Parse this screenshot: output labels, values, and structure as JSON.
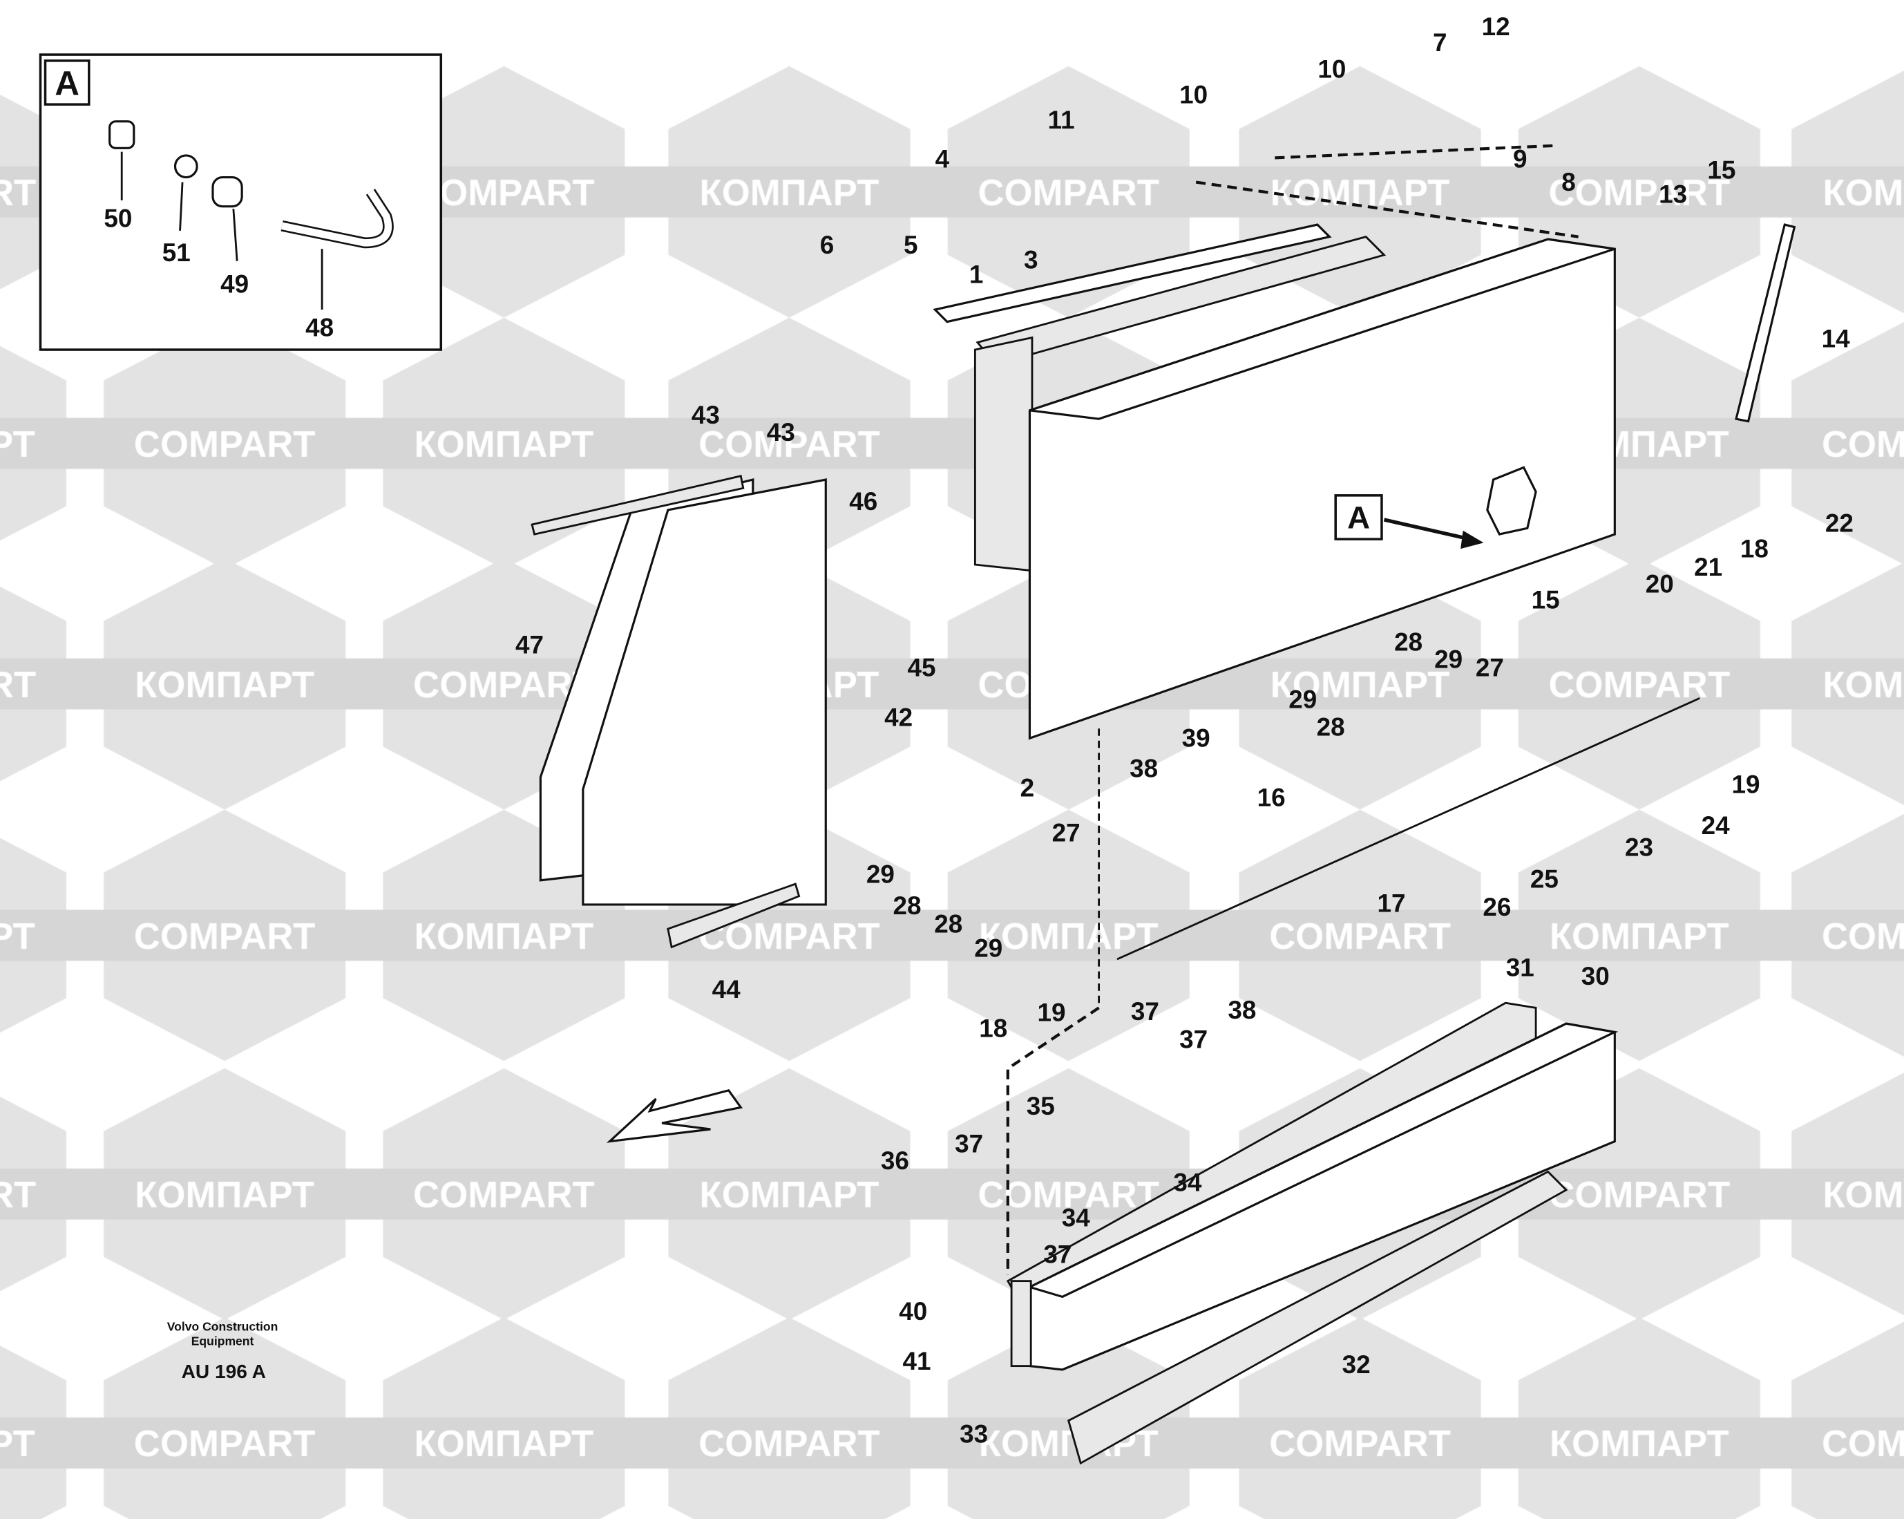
{
  "diagram": {
    "inset_label": "A",
    "callout_label": "A",
    "footer": {
      "line1": "Volvo Construction",
      "line2": "Equipment",
      "code": "AU 196 A"
    },
    "watermark": {
      "latin": "COMPART",
      "cyrillic": "КОМПАРТ"
    },
    "part_labels": [
      "50",
      "51",
      "49",
      "48",
      "12",
      "7",
      "10",
      "10",
      "11",
      "9",
      "8",
      "15",
      "13",
      "4",
      "3",
      "1",
      "6",
      "5",
      "14",
      "43",
      "43",
      "46",
      "45",
      "47",
      "42",
      "15",
      "22",
      "18",
      "20",
      "21",
      "28",
      "29",
      "27",
      "29",
      "28",
      "39",
      "38",
      "2",
      "16",
      "19",
      "24",
      "23",
      "25",
      "26",
      "17",
      "27",
      "29",
      "28",
      "28",
      "29",
      "44",
      "18",
      "19",
      "31",
      "30",
      "37",
      "37",
      "38",
      "35",
      "36",
      "37",
      "34",
      "34",
      "37",
      "40",
      "41",
      "33",
      "32"
    ]
  }
}
